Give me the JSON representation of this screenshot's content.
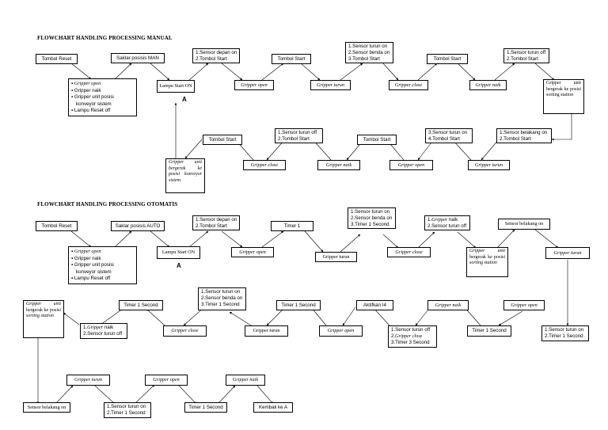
{
  "manual": {
    "title": "FLOWCHART HANDLING PROCESSING MANUAL",
    "tombol_reset": "Tombol Reset",
    "saklar": "Saklar posisis MAN",
    "reset_list": [
      "Gripper open",
      "Gripper naik",
      "Gripper unit posisi konveyor sistem",
      "Lampu Reset off"
    ],
    "lampu_start": "Lampu Start ON",
    "label_a": "A",
    "sensor_depan": [
      "1.Sensor depan on",
      "2.Tombol Start"
    ],
    "tombol_start_1": "Tombol Start",
    "gripper_open_1": "Gripper open",
    "sensor_turun_benda": [
      "1.Sensor turun on",
      "2.Sensor benda on",
      "3.Tombol Start"
    ],
    "gripper_turun_1": "Gripper turun",
    "tombol_start_2": "Tombol Start",
    "gripper_close_1": "Gripper close",
    "sensor_turun_off_1": [
      "1.Sensor turun off",
      "2.Tombol Start"
    ],
    "gripper_naik_1": "Gripper naik",
    "gripper_unit_sorting": "Gripper unit bergerak ke posisi sorting station",
    "tombol_start_3": "Tombol Start",
    "gripper_close_2": "Gripper close",
    "sensor_turun_off_2": [
      "1.Sensor turun off",
      "2.Tombol Start"
    ],
    "gripper_naik_2": "Gripper naik",
    "tombol_start_4": "Tombol Start",
    "gripper_open_2": "Gripper open",
    "sensor_turun_on_start": [
      "3.Sensor turun on",
      "4.Tombol Start"
    ],
    "gripper_turun_2": "Gripper turun",
    "sensor_belakang_start": [
      "1.Sensor belakang on",
      "2.Tombol Start"
    ],
    "gripper_unit_konveyor": "Gripper unit bergerak ke posisi konveyor sistem."
  },
  "otomatis": {
    "title": "FLOWCHART HANDLING PROCESSING OTOMATIS",
    "tombol_reset": "Tombol Reset",
    "saklar": "Saklar posisis AUTO",
    "reset_list": [
      "Gripper open",
      "Gripper naik",
      "Gripper unit posisi konveyor sistem",
      "Lampu Reset off"
    ],
    "lampu_start": "Lampu Start ON",
    "label_a": "A",
    "sensor_depan": [
      "1.Sensor depan on",
      "2.Tombol Start"
    ],
    "gripper_open_1": "Gripper open",
    "timer1_a": "Timer 1",
    "gripper_turun_1": "Gripper turun",
    "sensor_turun_benda_timer": [
      "1.Sensor turun on",
      "2.Sensor benda on",
      "3.Timer 1 Second"
    ],
    "gripper_close_1": "Gripper close",
    "gripper_naik_off": [
      "1.Gripper naik",
      "2.Sensor turun off"
    ],
    "gripper_unit_sorting": "Gripper unit bergerak ke posisi sorting station",
    "sensor_belakang_on_1": "Sensor belakang on",
    "gripper_turun_2": "Gripper turun",
    "gripper_unit_sorting_2": "Gripper unit bergerak ke posisi sorting station",
    "gripper_naik_off_2": [
      "1.Gripper naik",
      "2.Sensor turun off"
    ],
    "timer1sec_1": "Timer 1 Second",
    "gripper_close_2": "Gripper close",
    "sensor_turun_benda_timer_2": [
      "1.Sensor turun on",
      "2.Sensor benda on",
      "3.Timer 1 Second"
    ],
    "gripper_turun_3": "Gripper turun",
    "timer1sec_2": "Timer 1 Second",
    "gripper_open_2": "Gripper open",
    "aktifkan": "Aktifkan I4",
    "sensor_off_close_timer3": [
      "1.Sensor turun off",
      "2.Gripper close",
      "3.Timer 3 Second"
    ],
    "gripper_naik_1": "Gripper naik",
    "timer1sec_3": "Timer 1 Second",
    "gripper_open_3": "Gripper open",
    "sensor_turun_timer_a": [
      "1.Sensor turun on",
      "2.Timer 1 Second"
    ],
    "sensor_belakang_on_2": "Sensor belakang on",
    "gripper_turun_4": "Gripper turun",
    "sensor_turun_timer_b": [
      "1.Sensor turun on",
      "2.Timer 1 Second"
    ],
    "gripper_open_4": "Gripper open",
    "timer1sec_4": "Timer 1 Second",
    "gripper_naik_2": "Gripper naik",
    "kembali": "Kembali ke A"
  }
}
